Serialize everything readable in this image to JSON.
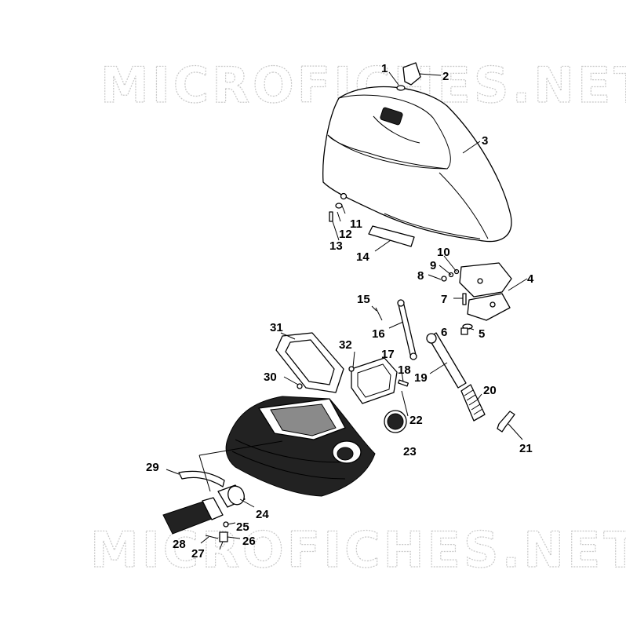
{
  "watermark": {
    "top": "MICROFICHES.NET",
    "bottom": "MICROFICHES.NET"
  },
  "callouts": {
    "c1": "1",
    "c2": "2",
    "c3": "3",
    "c4": "4",
    "c5": "5",
    "c6": "6",
    "c7": "7",
    "c8": "8",
    "c9": "9",
    "c10": "10",
    "c11": "11",
    "c12": "12",
    "c13": "13",
    "c14": "14",
    "c15": "15",
    "c16": "16",
    "c17": "17",
    "c18": "18",
    "c19": "19",
    "c20": "20",
    "c21": "21",
    "c22": "22",
    "c23": "23",
    "c24": "24",
    "c25": "25",
    "c26": "26",
    "c27": "27",
    "c28": "28",
    "c29": "29",
    "c30": "30",
    "c31": "31",
    "c32": "32"
  }
}
